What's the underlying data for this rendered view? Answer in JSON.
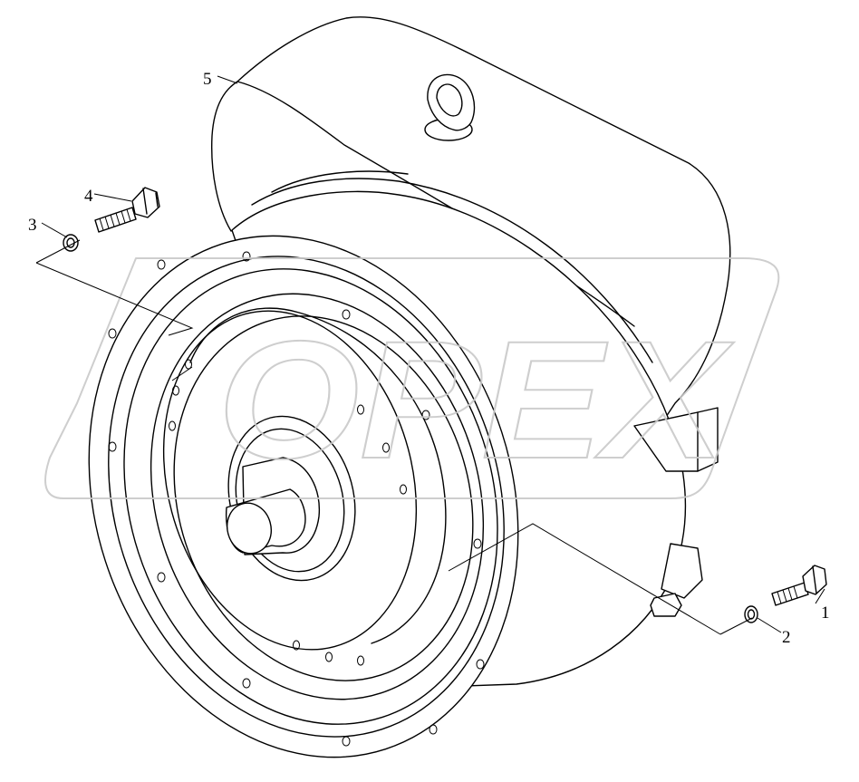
{
  "callouts": [
    {
      "id": "1",
      "label": "1"
    },
    {
      "id": "2",
      "label": "2"
    },
    {
      "id": "3",
      "label": "3"
    },
    {
      "id": "4",
      "label": "4"
    },
    {
      "id": "5",
      "label": "5"
    }
  ],
  "watermark": {
    "text": "OPEX"
  },
  "colors": {
    "line": "#000000",
    "background": "#ffffff",
    "watermark": "#c9c9c9"
  }
}
